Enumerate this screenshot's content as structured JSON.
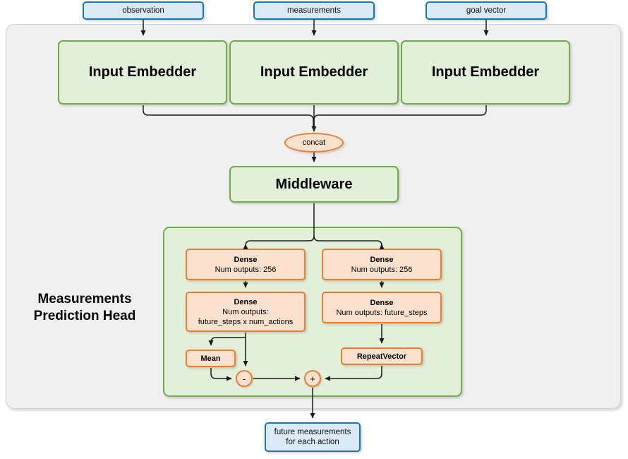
{
  "diagram": {
    "title": "Measurements Prediction Head network diagram",
    "colors": {
      "io_fill": "#dce9f7",
      "io_stroke": "#1278be",
      "module_fill": "#e2efd9",
      "module_stroke": "#70ad47",
      "op_fill": "#fbe1ce",
      "op_stroke": "#ed7d31",
      "container_fill": "#f0f0f0",
      "wire": "#222222"
    }
  },
  "inputs": [
    {
      "id": "observation",
      "label": "observation"
    },
    {
      "id": "measurements",
      "label": "measurements"
    },
    {
      "id": "goal_vector",
      "label": "goal vector"
    }
  ],
  "embedders": [
    {
      "label": "Input Embedder"
    },
    {
      "label": "Input Embedder"
    },
    {
      "label": "Input Embedder"
    }
  ],
  "concat": {
    "label": "concat"
  },
  "middleware": {
    "label": "Middleware"
  },
  "head": {
    "label_line1": "Measurements",
    "label_line2": "Prediction Head",
    "left_branch": {
      "dense1": {
        "title": "Dense",
        "line1": "Num outputs: 256"
      },
      "dense2": {
        "title": "Dense",
        "line1": "Num outputs:",
        "line2": "future_steps x num_actions"
      },
      "mean": {
        "label": "Mean"
      },
      "operator": {
        "symbol": "-",
        "name": "subtract"
      }
    },
    "right_branch": {
      "dense1": {
        "title": "Dense",
        "line1": "Num outputs: 256"
      },
      "dense2": {
        "title": "Dense",
        "line1": "Num outputs: future_steps"
      },
      "repeat": {
        "label": "RepeatVector"
      },
      "operator": {
        "symbol": "+",
        "name": "add"
      }
    }
  },
  "output": {
    "line1": "future measurements",
    "line2": "for each action"
  }
}
